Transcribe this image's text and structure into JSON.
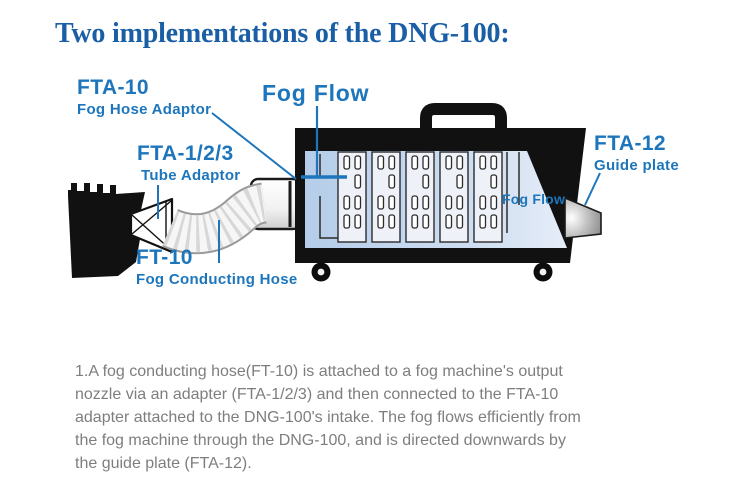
{
  "title": "Two implementations of the DNG-100:",
  "diagram": {
    "labels": {
      "fta10": {
        "name": "FTA-10",
        "desc": "Fog Hose Adaptor"
      },
      "fog_flow_big": "Fog Flow",
      "fta123": {
        "name": "FTA-1/2/3",
        "desc": "Tube Adaptor"
      },
      "ft10": {
        "name": "FT-10",
        "desc": "Fog Conducting Hose"
      },
      "fta12": {
        "name": "FTA-12",
        "desc": "Guide plate"
      },
      "fog_flow_inner": "Fog Flow"
    },
    "colors": {
      "title_blue": "#1a5fa6",
      "label_blue": "#1d76bc",
      "interior_blue": "#b9d0ea",
      "body_text_gray": "#7e7e7e"
    }
  },
  "description": {
    "lines": [
      "1.A fog conducting hose(FT-10) is attached to a fog machine's output",
      "nozzle via an adapter (FTA-1/2/3) and then connected to the FTA-10",
      "adapter attached to the DNG-100's intake. The fog flows efficiently from",
      "the fog machine through the DNG-100, and is directed downwards by",
      "the guide plate (FTA-12)."
    ]
  }
}
